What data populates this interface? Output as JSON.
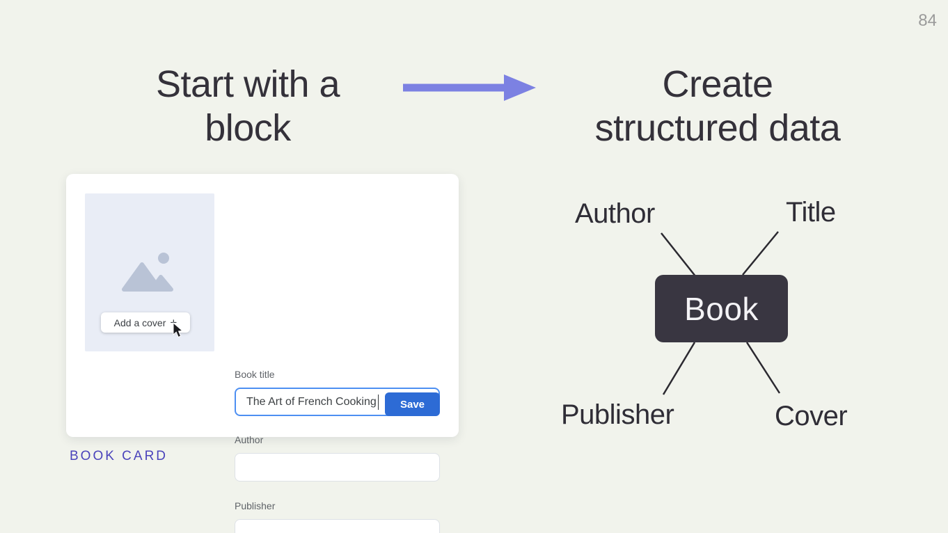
{
  "page": {
    "number": "84",
    "background_color": "#f1f3ec"
  },
  "headline_left": {
    "line1": "Start with a",
    "line2": "block"
  },
  "headline_right": {
    "line1": "Create",
    "line2": "structured data"
  },
  "arrow": {
    "direction": "right",
    "color": "#7c81e2"
  },
  "book_card": {
    "caption": "BOOK CARD",
    "caption_color": "#4a43bb",
    "cover": {
      "button_label": "Add a cover",
      "button_icon": "+",
      "placeholder_color": "#e9edf6"
    },
    "fields": [
      {
        "label": "Book title",
        "value": "The Art of French Cooking",
        "placeholder": "",
        "focused": true
      },
      {
        "label": "Author",
        "value": "",
        "placeholder": "",
        "focused": false
      },
      {
        "label": "Publisher",
        "value": "",
        "placeholder": "",
        "focused": false
      }
    ],
    "save_label": "Save",
    "save_color": "#2d6bd5",
    "focus_border_color": "#4d8ff2"
  },
  "diagram": {
    "center": "Book",
    "center_bg": "#393641",
    "nodes": [
      "Author",
      "Title",
      "Publisher",
      "Cover"
    ]
  }
}
